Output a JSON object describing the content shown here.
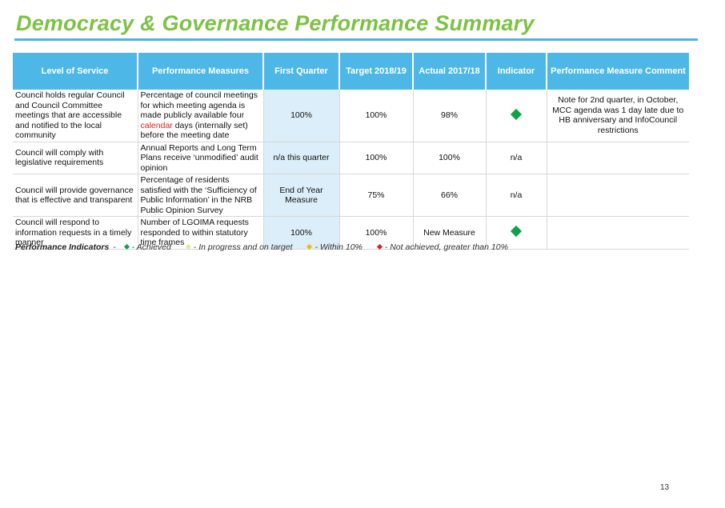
{
  "title": "Democracy & Governance Performance Summary",
  "colors": {
    "accent": "#4db8e8",
    "title": "#7cc243",
    "achieved": "#10a24a"
  },
  "table": {
    "headers": [
      "Level of Service",
      "Performance Measures",
      "First Quarter",
      "Target 2018/19",
      "Actual 2017/18",
      "Indicator",
      "Performance Measure Comment"
    ],
    "rows": [
      {
        "service": "Council holds regular Council and Council Committee meetings that are accessible and notified to the local community",
        "measure_pre": "Percentage of council meetings for which meeting agenda is made publicly available four ",
        "measure_red": "calendar",
        "measure_post": " days (internally set) before the meeting date",
        "first_quarter": "100%",
        "target": "100%",
        "actual": "98%",
        "indicator": "achieved-icon",
        "comment": "Note for 2nd quarter, in October, MCC agenda was 1 day late due to HB anniversary and InfoCouncil restrictions"
      },
      {
        "service": "Council will comply with legislative requirements",
        "measure": "Annual Reports and Long Term Plans receive ‘unmodified’ audit opinion",
        "first_quarter": "n/a this quarter",
        "target": "100%",
        "actual": "100%",
        "indicator_text": "n/a",
        "comment": ""
      },
      {
        "service": "Council will provide governance that is effective and transparent",
        "measure": "Percentage of residents satisfied with the ‘Sufficiency of Public Information’ in the NRB Public Opinion Survey",
        "first_quarter": "End of Year Measure",
        "target": "75%",
        "actual": "66%",
        "indicator_text": "n/a",
        "comment": ""
      },
      {
        "service": "Council will respond to information requests in a timely manner",
        "measure": "Number of LGOIMA requests responded to within statutory time frames",
        "first_quarter": "100%",
        "target": "100%",
        "actual": "New Measure",
        "indicator": "achieved-icon",
        "comment": ""
      }
    ]
  },
  "legend": {
    "label": "Performance Indicators",
    "separator": "-",
    "items": [
      {
        "text": "- Achieved",
        "color": "#10a24a"
      },
      {
        "text": "- In progress and on target",
        "color": "#d9ef9a"
      },
      {
        "text": "- Within 10%",
        "color": "#f5b800"
      },
      {
        "text": "- Not achieved, greater than 10%",
        "color": "#e31a1a"
      }
    ]
  },
  "page_number": "13"
}
